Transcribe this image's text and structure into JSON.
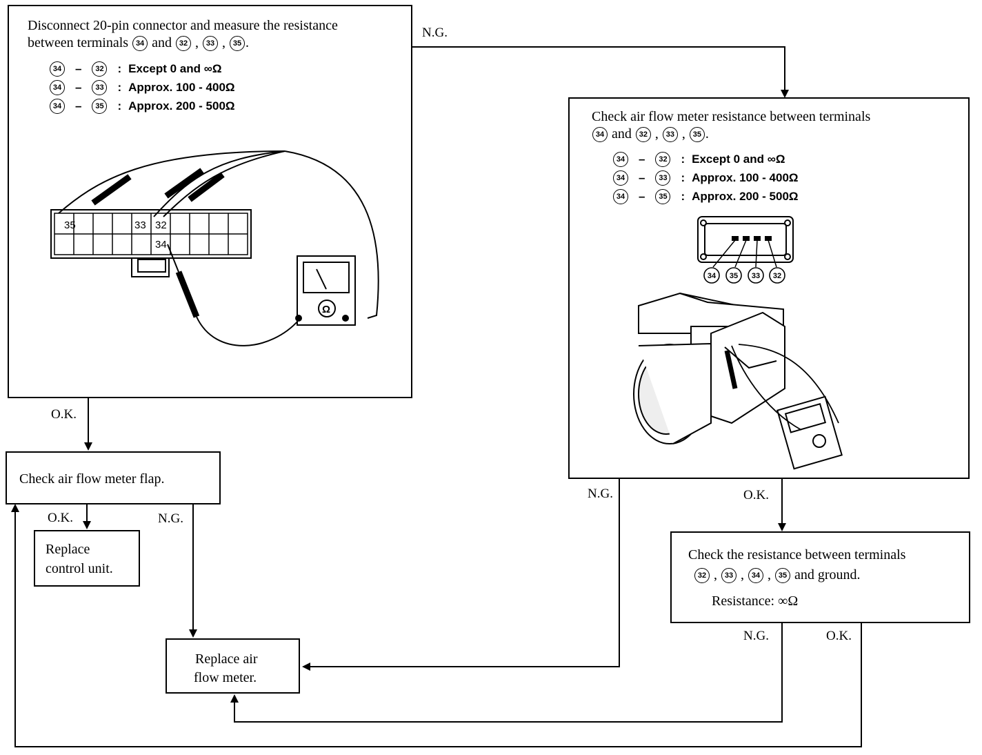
{
  "box1": {
    "text_line1": "Disconnect 20-pin connector and measure the resistance",
    "text_line2_pre": "between terminals",
    "t_a": "34",
    "and": "and",
    "t_b": "32",
    "t_c": "33",
    "t_d": "35",
    "specs": [
      {
        "from": "34",
        "to": "32",
        "value": "Except 0 and ∞Ω"
      },
      {
        "from": "34",
        "to": "33",
        "value": "Approx. 100 - 400Ω"
      },
      {
        "from": "34",
        "to": "35",
        "value": "Approx. 200 - 500Ω"
      }
    ],
    "connector_labels": {
      "pin35": "35",
      "pin33": "33",
      "pin32": "32",
      "pin34": "34"
    },
    "meter_symbol": "Ω"
  },
  "box2": {
    "text_line1": "Check air flow meter resistance between terminals",
    "t_a": "34",
    "and": "and",
    "t_b": "32",
    "t_c": "33",
    "t_d": "35",
    "specs": [
      {
        "from": "34",
        "to": "32",
        "value": "Except 0 and ∞Ω"
      },
      {
        "from": "34",
        "to": "33",
        "value": "Approx. 100 - 400Ω"
      },
      {
        "from": "34",
        "to": "35",
        "value": "Approx. 200 - 500Ω"
      }
    ],
    "plug_pins": [
      "34",
      "35",
      "33",
      "32"
    ]
  },
  "box3": {
    "text": "Check air flow meter flap."
  },
  "box4": {
    "line1": "Replace",
    "line2": "control unit."
  },
  "box5": {
    "line1": "Replace air",
    "line2": "flow meter."
  },
  "box6": {
    "line1": "Check the resistance between terminals",
    "terminals": [
      "32",
      "33",
      "34",
      "35"
    ],
    "line2_suffix": "and ground.",
    "resistance_label": "Resistance:",
    "resistance_value": "∞Ω"
  },
  "labels": {
    "ng_box1": "N.G.",
    "ok_box1": "O.K.",
    "ok_box3": "O.K.",
    "ng_box3": "N.G.",
    "ng_box2": "N.G.",
    "ok_box2": "O.K.",
    "ng_box6": "N.G.",
    "ok_box6": "O.K."
  }
}
